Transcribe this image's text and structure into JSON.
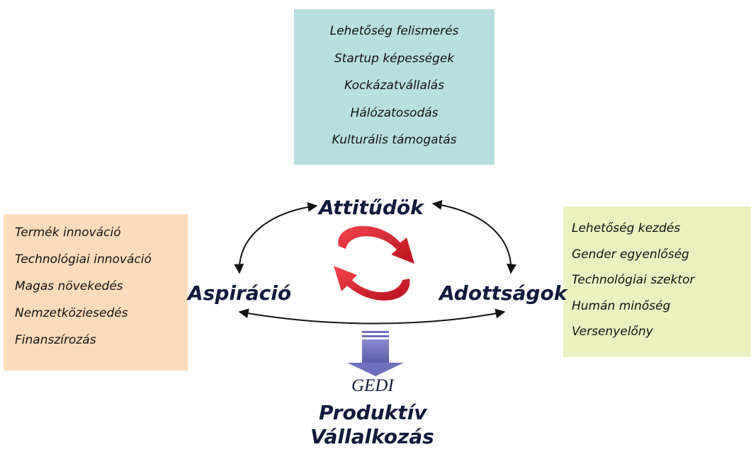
{
  "attitudes": {
    "label": "Attitűdök",
    "items": [
      "Lehetőség felismerés",
      "Startup képességek",
      "Kockázatvállalás",
      "Hálózatosodás",
      "Kulturális támogatás"
    ]
  },
  "aspiration": {
    "label": "Aspiráció",
    "items": [
      "Termék innováció",
      "Technológiai innováció",
      "Magas növekedés",
      "Nemzetköziesedés",
      "Finanszírozás"
    ]
  },
  "abilities": {
    "label": "Adottságok",
    "items": [
      "Lehetőség kezdés",
      "Gender egyenlőség",
      "Technológiai szektor",
      "Humán minőség",
      "Versenyelőny"
    ]
  },
  "result": {
    "index": "GEDI",
    "line1": "Produktív",
    "line2": "Vállalkozás"
  },
  "colors": {
    "attitudes_box": "#b8dfe0",
    "aspiration_box": "#fbdcba",
    "abilities_box": "#eaf1bf",
    "cycle_arrows": "#d8202a",
    "down_arrow": "#6e6fbd",
    "text": "#111a3c"
  }
}
